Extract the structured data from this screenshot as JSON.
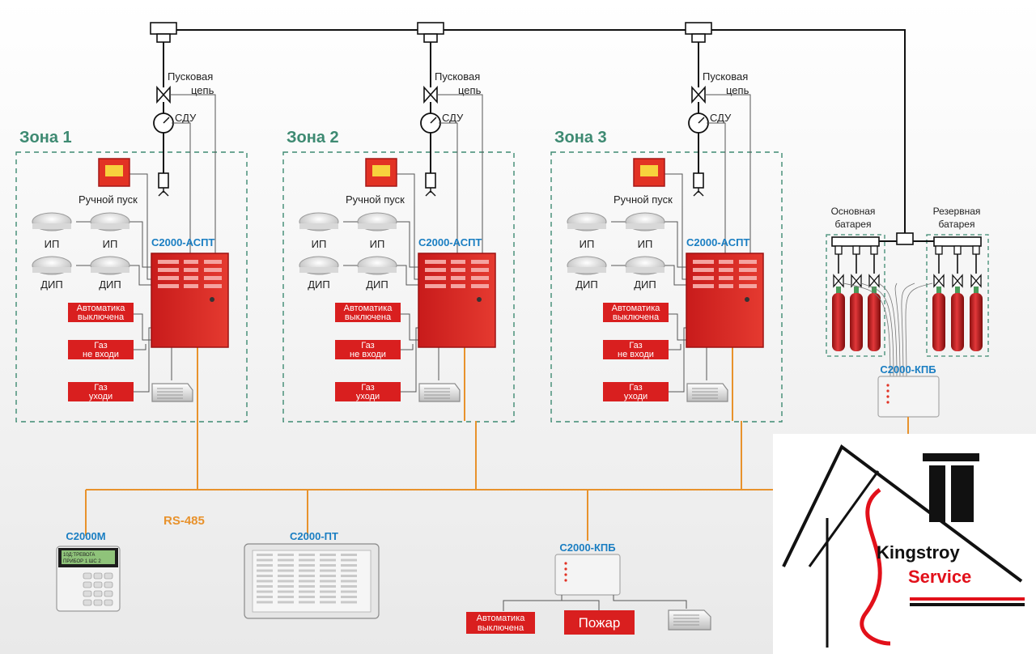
{
  "zones": [
    {
      "title": "Зона 1",
      "controller": "С2000-АСПТ",
      "launch_circuit": [
        "Пусковая",
        "цепь"
      ],
      "sdu": "СДУ",
      "manual_start": "Ручной пуск",
      "detectors": [
        "ИП",
        "ИП",
        "ДИП",
        "ДИП"
      ],
      "boards": [
        [
          "Автоматика",
          "выключена"
        ],
        [
          "Газ",
          "не входи"
        ],
        [
          "Газ",
          "уходи"
        ]
      ]
    },
    {
      "title": "Зона 2",
      "controller": "С2000-АСПТ",
      "launch_circuit": [
        "Пусковая",
        "цепь"
      ],
      "sdu": "СДУ",
      "manual_start": "Ручной пуск",
      "detectors": [
        "ИП",
        "ИП",
        "ДИП",
        "ДИП"
      ],
      "boards": [
        [
          "Автоматика",
          "выключена"
        ],
        [
          "Газ",
          "не входи"
        ],
        [
          "Газ",
          "уходи"
        ]
      ]
    },
    {
      "title": "Зона 3",
      "controller": "С2000-АСПТ",
      "launch_circuit": [
        "Пусковая",
        "цепь"
      ],
      "sdu": "СДУ",
      "manual_start": "Ручной пуск",
      "detectors": [
        "ИП",
        "ИП",
        "ДИП",
        "ДИП"
      ],
      "boards": [
        [
          "Автоматика",
          "выключена"
        ],
        [
          "Газ",
          "не входи"
        ],
        [
          "Газ",
          "уходи"
        ]
      ]
    }
  ],
  "battery": {
    "main": [
      "Основная",
      "батарея"
    ],
    "reserve": [
      "Резервная",
      "батарея"
    ],
    "controller": "С2000-КПБ"
  },
  "bus": {
    "label": "RS-485"
  },
  "bottom": {
    "console": "С2000М",
    "console_screen": [
      "10Д:ТРЕВОГА",
      "ПРИБОР 1 ШС 2"
    ],
    "panel": "С2000-ПТ",
    "kpb": "С2000-КПБ",
    "auto_off": [
      "Автоматика",
      "выключена"
    ],
    "fire": "Пожар"
  },
  "logo": {
    "line1": "Kingstroy",
    "line2": "Service"
  },
  "colors": {
    "zone_title": "#3e8a72",
    "device_title": "#1a7ec2",
    "bus": "#e8922c",
    "warning_red": "#d91f1f",
    "logo_red": "#e2101a"
  }
}
